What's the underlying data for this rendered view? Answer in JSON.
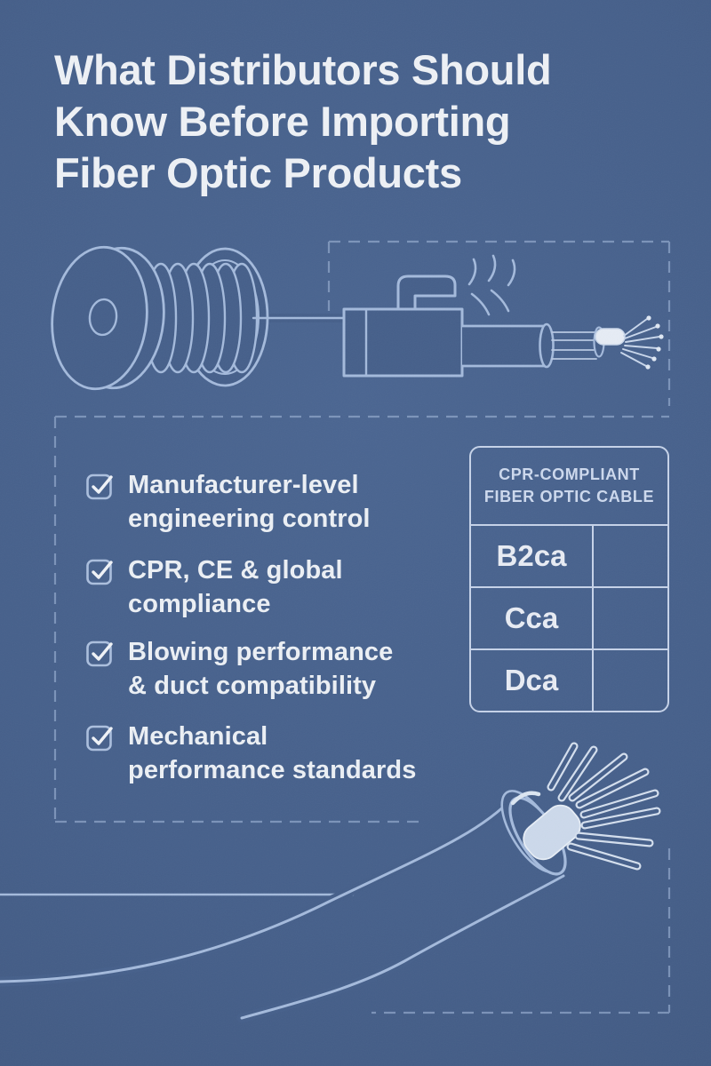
{
  "title": {
    "lines": [
      "What Distributors Should",
      "Know Before Importing",
      "Fiber Optic Products"
    ]
  },
  "checklist": {
    "items": [
      {
        "lines": [
          "Manufacturer-level",
          "engineering control"
        ]
      },
      {
        "lines": [
          "CPR, CE & global",
          "compliance"
        ]
      },
      {
        "lines": [
          "Blowing performance",
          "& duct compatibility"
        ]
      },
      {
        "lines": [
          "Mechanical",
          "performance standards"
        ]
      }
    ]
  },
  "table": {
    "header_lines": [
      "CPR-COMPLIANT",
      "FIBER OPTIC CABLE"
    ],
    "rows": [
      {
        "label": "B2ca",
        "value": ""
      },
      {
        "label": "Cca",
        "value": ""
      },
      {
        "label": "Dca",
        "value": ""
      }
    ]
  },
  "icons": {
    "checkbox": "checked-checkbox-icon",
    "top_illustration": "fiber-spool-and-cable-blowing-machine",
    "bottom_illustration": "stripped-fiber-optic-cable"
  },
  "colors": {
    "background": "#455f8a",
    "line": "#a4badc",
    "line_soft": "#b7c8e2",
    "dash": "#8da4c8",
    "text": "#ecf0f5",
    "table_border": "#c6d3e9",
    "highlight": "#e6ecf5"
  }
}
